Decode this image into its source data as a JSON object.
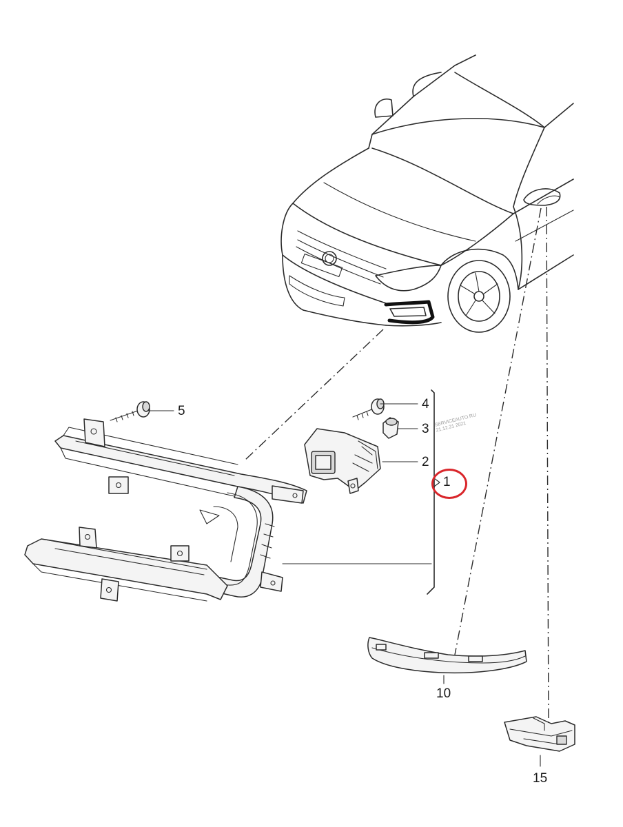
{
  "diagram": {
    "callouts": [
      {
        "id": "1",
        "text": "1"
      },
      {
        "id": "2",
        "text": "2"
      },
      {
        "id": "3",
        "text": "3"
      },
      {
        "id": "4",
        "text": "4"
      },
      {
        "id": "5",
        "text": "5"
      },
      {
        "id": "10",
        "text": "10"
      },
      {
        "id": "15",
        "text": "15"
      }
    ],
    "highlight_color": "#d9262b"
  }
}
